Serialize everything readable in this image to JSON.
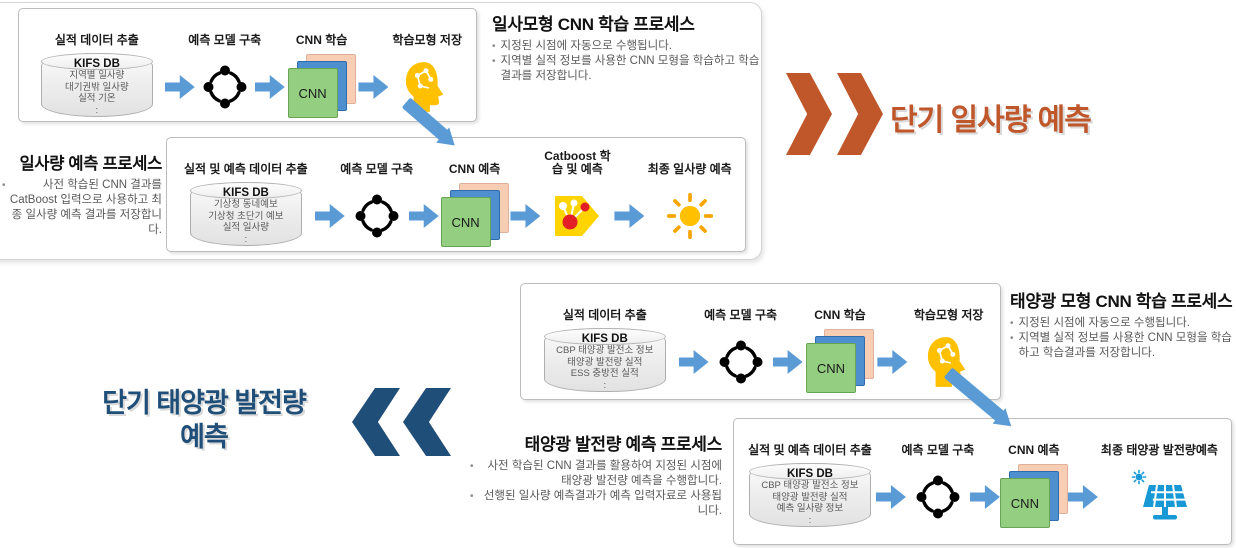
{
  "colors": {
    "arrow_blue": "#5B9BD5",
    "chevron_orange": "#C0572B",
    "banner_red_text": "#C0572B",
    "banner_blue_text": "#1F4E79",
    "head_icon_yellow": "#FFC000",
    "cnn_green": "#93CE81",
    "cnn_blue": "#4E8FD0",
    "cnn_peach": "#F7CDB4",
    "catboost_yellow": "#FFD400",
    "catboost_red": "#E31E24",
    "sun_yellow": "#FFC000",
    "solar_panel_blue": "#1899D6"
  },
  "banners": {
    "radiation": "단기 일사량 예측",
    "solar_line1": "단기 태양광 발전량",
    "solar_line2": "예측"
  },
  "sections": {
    "radiation_train": {
      "title": "일사모형 CNN 학습 프로세스",
      "bullet1": "지정된 시점에 자동으로 수행됩니다.",
      "bullet2": "지역별 실적 정보를 사용한 CNN 모형을 학습하고 학습결과를 저장합니다."
    },
    "radiation_predict": {
      "title": "일사량 예측 프로세스",
      "bullet1": "사전 학습된 CNN 결과를 CatBoost 입력으로 사용하고 최종 일사량 예측 결과를 저장합니다."
    },
    "solar_train": {
      "title": "태양광 모형 CNN 학습 프로세스",
      "bullet1": "지정된 시점에 자동으로 수행됩니다.",
      "bullet2": "지역별 실적 정보를 사용한 CNN 모형을 학습하고 학습결과를 저장합니다."
    },
    "solar_predict": {
      "title": "태양광 발전량 예측 프로세스",
      "bullet1": "사전 학습된 CNN 결과를 활용하여 지정된 시점에 태양광 발전량 예측을 수행합니다.",
      "bullet2": "선행된 일사량 예측결과가 예측 입력자료로 사용됩니다."
    }
  },
  "flow_a": {
    "step1": "실적 데이터 추출",
    "step2": "예측 모델 구축",
    "step3": "CNN 학습",
    "step4": "학습모형 저장",
    "db_title": "KIFS DB",
    "db_item1": "지역별 일사량",
    "db_item2": "대기권밖 일사량",
    "db_item3": "실적 기온",
    "db_item4": ":",
    "cnn_label": "CNN"
  },
  "flow_b": {
    "step1": "실적 및 예측 데이터 추출",
    "step2": "예측 모델 구축",
    "step3": "CNN 예측",
    "step4": "Catboost 학습 및 예측",
    "step5": "최종 일사량 예측",
    "db_title": "KIFS DB",
    "db_item1": "기상청 동네예보",
    "db_item2": "기상청 초단기 예보",
    "db_item3": "실적 일사량",
    "db_item4": ":",
    "cnn_label": "CNN"
  },
  "flow_c": {
    "step1": "실적 데이터 추출",
    "step2": "예측 모델 구축",
    "step3": "CNN 학습",
    "step4": "학습모형 저장",
    "db_title": "KIFS DB",
    "db_item1": "CBP 태양광 발전소 정보",
    "db_item2": "태양광 발전량 실적",
    "db_item3": "ESS 충방전 실적",
    "db_item4": ":",
    "cnn_label": "CNN"
  },
  "flow_d": {
    "step1": "실적 및 예측 데이터 추출",
    "step2": "예측 모델 구축",
    "step3": "CNN 예측",
    "step4": "최종 태양광 발전량예측",
    "db_title": "KIFS DB",
    "db_item1": "CBP 태양광 발전소 정보",
    "db_item2": "태양광 발전량 실적",
    "db_item3": "예측 일사량 정보",
    "db_item4": ":",
    "cnn_label": "CNN"
  }
}
